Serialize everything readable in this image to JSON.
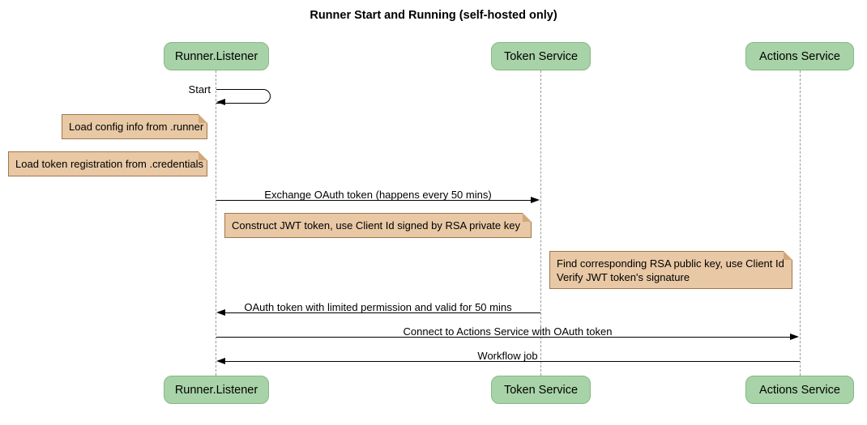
{
  "title": "Runner Start and Running (self-hosted only)",
  "diagram_type": "sequence",
  "participants": [
    {
      "id": "runner-listener",
      "label": "Runner.Listener"
    },
    {
      "id": "token-service",
      "label": "Token Service"
    },
    {
      "id": "actions-service",
      "label": "Actions Service"
    }
  ],
  "messages": [
    {
      "label": "Start",
      "from": "Runner.Listener",
      "to": "Runner.Listener",
      "kind": "self"
    },
    {
      "label": "Exchange OAuth token (happens every 50 mins)",
      "from": "Runner.Listener",
      "to": "Token Service",
      "kind": "arrow-right"
    },
    {
      "label": "OAuth token with limited permission and valid for 50 mins",
      "from": "Token Service",
      "to": "Runner.Listener",
      "kind": "arrow-left"
    },
    {
      "label": "Connect to Actions Service with OAuth token",
      "from": "Runner.Listener",
      "to": "Actions Service",
      "kind": "arrow-right"
    },
    {
      "label": "Workflow job",
      "from": "Actions Service",
      "to": "Runner.Listener",
      "kind": "arrow-left"
    }
  ],
  "notes": [
    {
      "text": "Load config info from .runner"
    },
    {
      "text": "Load token registration from .credentials"
    },
    {
      "text": "Construct JWT token, use Client Id signed by RSA private key"
    },
    {
      "line1": "Find corresponding RSA public key, use Client Id",
      "line2": "Verify JWT token's signature"
    }
  ],
  "colors": {
    "participant_fill": "#A8D3A8",
    "participant_border": "#86B786",
    "note_fill": "#E8C8A5",
    "note_border": "#A0774B",
    "message_line": "#000000",
    "lifeline": "#999999",
    "background": "#FFFFFF",
    "text": "#000000"
  }
}
